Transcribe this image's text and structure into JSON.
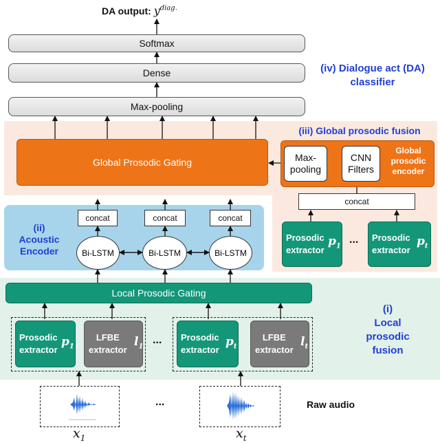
{
  "output": {
    "label": "DA output:",
    "symbol": "y",
    "superscript": "diag."
  },
  "classifier": {
    "softmax": "Softmax",
    "dense": "Dense",
    "maxpool": "Max-pooling",
    "label_line1": "(iv) Dialogue act (DA)",
    "label_line2": "classifier"
  },
  "global_fusion": {
    "title": "(iii) Global prosodic fusion",
    "gating": "Global Prosodic Gating",
    "maxpool_line1": "Max-",
    "maxpool_line2": "pooling",
    "cnn_line1": "CNN",
    "cnn_line2": "Filters",
    "encoder_line1": "Global",
    "encoder_line2": "prosodic",
    "encoder_line3": "encoder",
    "concat": "concat",
    "extractor_line1": "Prosodic",
    "extractor_line2": "extractor",
    "p1": "p",
    "p1_sub": "1",
    "pt": "p",
    "pt_sub": "t",
    "ellipsis": "..."
  },
  "acoustic": {
    "label_line1": "(ii)",
    "label_line2": "Acoustic",
    "label_line3": "Encoder",
    "concat": "concat",
    "bilstm": "Bi-LSTM"
  },
  "local_fusion": {
    "gating": "Local Prosodic Gating",
    "label_line1": "(i)",
    "label_line2": "Local",
    "label_line3": "prosodic",
    "label_line4": "fusion",
    "prosodic_line1": "Prosodic",
    "prosodic_line2": "extractor",
    "lfbe_line1": "LFBE",
    "lfbe_line2": "extractor",
    "p1": "p",
    "p1_sub": "1",
    "l1": "l",
    "l1_sub": "1",
    "pt": "p",
    "pt_sub": "t",
    "lt": "l",
    "lt_sub": "t",
    "ellipsis": "..."
  },
  "audio": {
    "label": "Raw audio",
    "ellipsis": "...",
    "x1": "x",
    "x1_sub": "1",
    "xt": "x",
    "xt_sub": "t"
  },
  "colors": {
    "orange": "#ee7418",
    "teal": "#149779",
    "gray": "#7a7a7a",
    "blue_label": "#1f3fd6",
    "acoustic_bg": "#a7d4ea",
    "global_bg": "#fbe9df",
    "local_bg": "#e2f1e9",
    "waveform": "#2c6fd8"
  }
}
